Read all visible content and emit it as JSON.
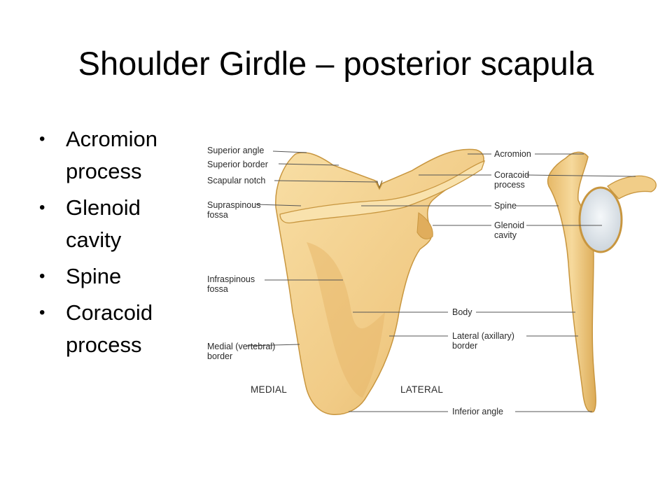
{
  "title": "Shoulder Girdle – posterior scapula",
  "bullets": [
    "Acromion\nprocess",
    "Glenoid\ncavity",
    "Spine",
    "Coracoid\nprocess"
  ],
  "diagram": {
    "left_labels": {
      "superior_angle": "Superior angle",
      "superior_border": "Superior border",
      "scapular_notch": "Scapular notch",
      "supraspinous_fossa": "Supraspinous\nfossa",
      "infraspinous_fossa": "Infraspinous\nfossa",
      "medial_border": "Medial (vertebral)\nborder"
    },
    "right_labels": {
      "acromion": "Acromion",
      "coracoid_process": "Coracoid\nprocess",
      "spine": "Spine",
      "glenoid_cavity": "Glenoid\ncavity",
      "body": "Body",
      "lateral_border": "Lateral (axillary)\nborder",
      "inferior_angle": "Inferior angle"
    },
    "orientation": {
      "medial": "MEDIAL",
      "lateral": "LATERAL"
    },
    "colors": {
      "bone": "#f3d18f",
      "bone_shadow": "#d9a94f",
      "bone_outline": "#b88a3a",
      "cartilage": "#e9eef2",
      "leader": "#555555"
    }
  }
}
